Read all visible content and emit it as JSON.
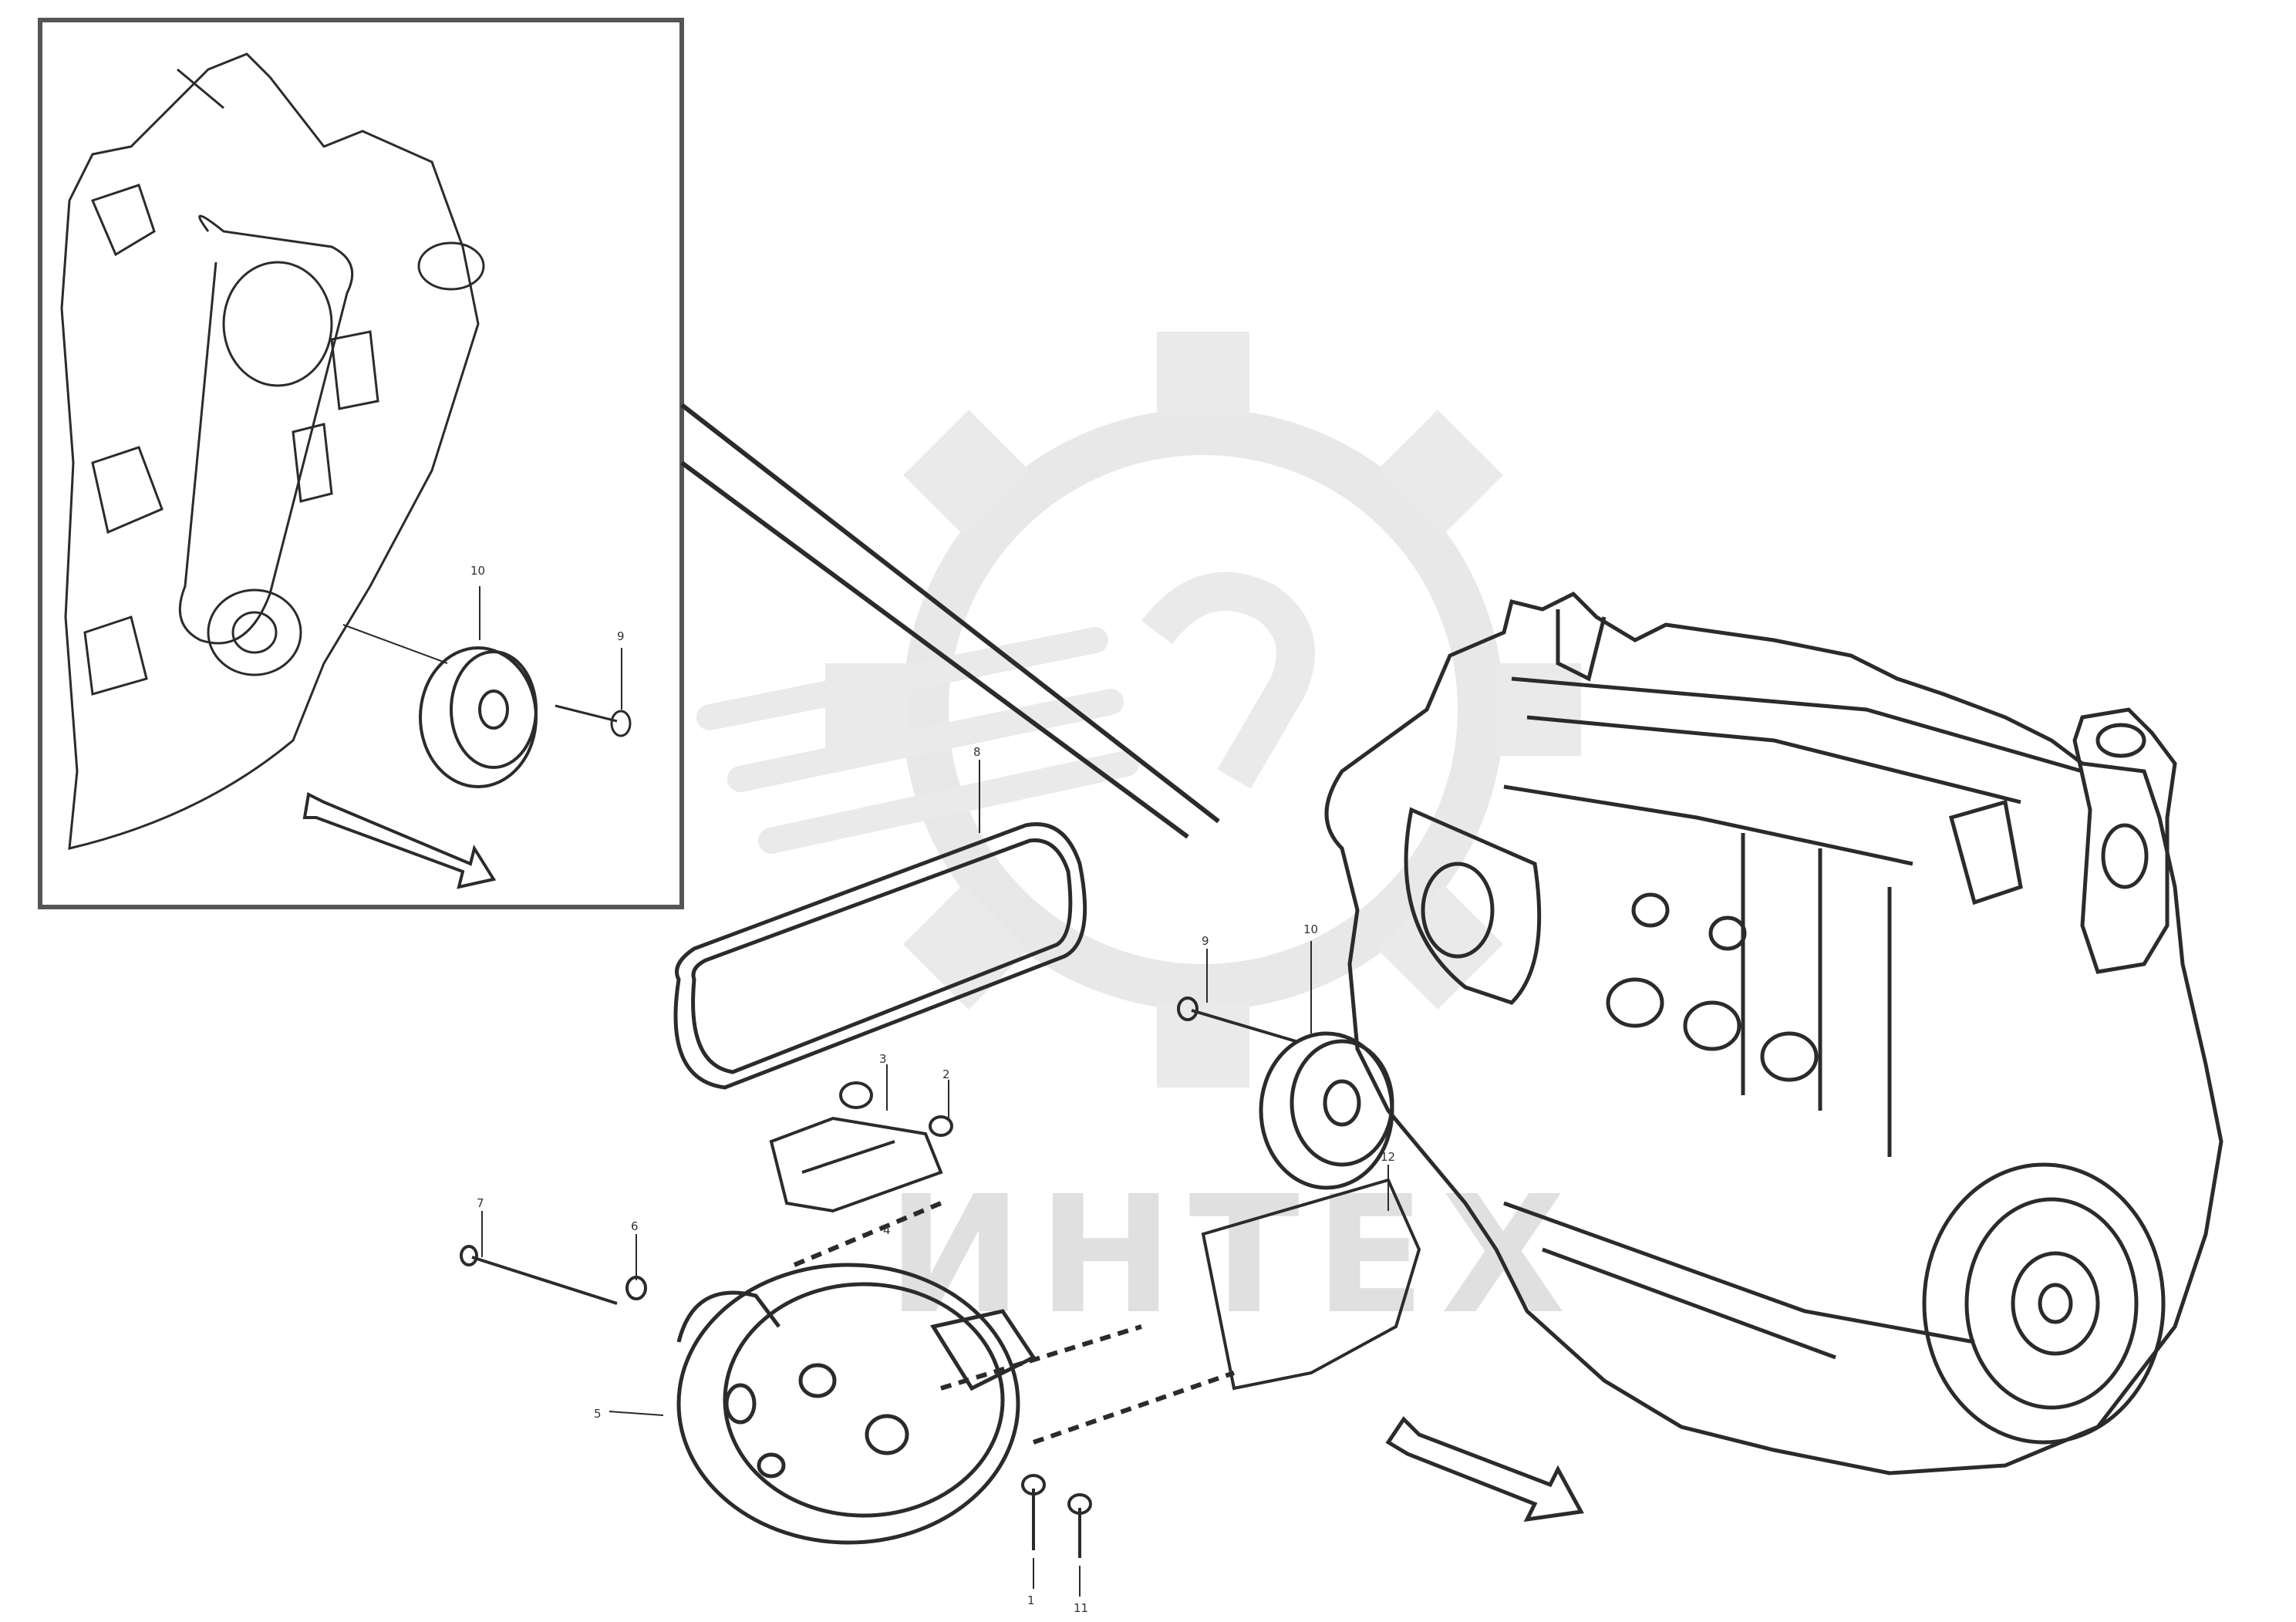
{
  "callouts": {
    "inset_part_main": "10",
    "inset_part_bolt": "9",
    "belt": "8",
    "pulley_main": "10",
    "pulley_bolt": "9",
    "bracket_bolt_top": "3",
    "bracket_bolt_top2": "2",
    "alt_bolt_left": "7",
    "alt_nut_left": "6",
    "alt_label": "5",
    "alt_stud": "4",
    "alt_bottom_bolt1": "1",
    "alt_bottom_bolt2": "11",
    "engine_bracket": "12"
  },
  "watermark": {
    "text": "ИНТЕХ",
    "color": "#c8c8c8"
  },
  "reference": {
    "line1": "",
    "line2": "",
    "code": ""
  },
  "icons": {
    "direction_arrow_inset": "hollow-arrow-icon",
    "direction_arrow_main": "hollow-arrow-icon",
    "watermark_logo": "gear-wrench-logo-icon"
  },
  "colors": {
    "line": "#2b2b2b",
    "watermark": "#c8c8c8"
  }
}
